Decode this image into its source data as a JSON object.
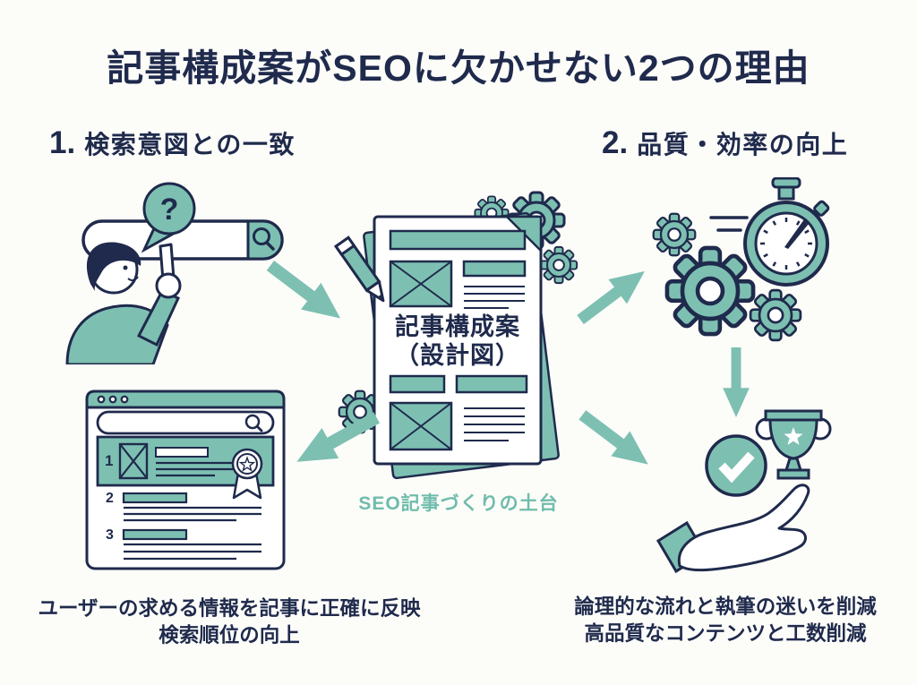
{
  "title": "記事構成案がSEOに欠かせない2つの理由",
  "reasons": [
    {
      "number": "1.",
      "heading": "検索意図との一致",
      "captions": [
        "ユーザーの求める情報を記事に正確に反映",
        "検索順位の向上"
      ]
    },
    {
      "number": "2.",
      "heading": "品質・効率の向上",
      "captions": [
        "論理的な流れと執筆の迷いを削減",
        "高品質なコンテンツと工数削減"
      ]
    }
  ],
  "center": {
    "label_line1": "記事構成案",
    "label_line2": "（設計図）",
    "tagline": "SEO記事づくりの土台"
  },
  "search_results": {
    "ranks": [
      "1",
      "2",
      "3"
    ]
  },
  "speech_bubble": {
    "text": "?"
  },
  "colors": {
    "navy": "#1f2a4c",
    "teal": "#7dc0b2",
    "teal_text": "#6fbcab",
    "background": "#fcfcf9"
  }
}
